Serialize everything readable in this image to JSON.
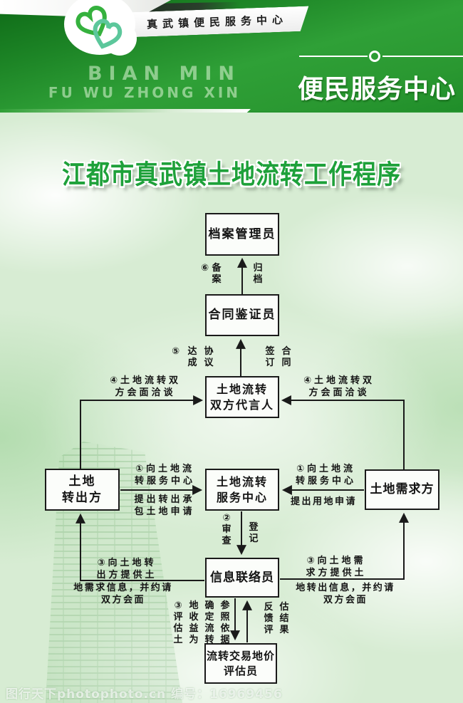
{
  "colors": {
    "header_green": "#2d9c35",
    "title_green": "#1ea13a",
    "body_green": "#d7ecd3",
    "line_color": "#1a1a1a",
    "logo_heart_1": "#35b13e",
    "logo_heart_2": "#5cc79b"
  },
  "header": {
    "banner_title": "真武镇便民服务中心",
    "pinyin_line1": "BIAN MIN",
    "pinyin_line2": "FU WU ZHONG XIN",
    "center_name": "便民服务中心"
  },
  "poster_title": "江都市真武镇土地流转工作程序",
  "flowchart": {
    "boxes": {
      "archive": {
        "line1": "档案管理员"
      },
      "notary": {
        "line1": "合同鉴证员"
      },
      "spokesman": {
        "line1": "土地流转",
        "line2": "双方代言人"
      },
      "transfer_out": {
        "line1": "土地",
        "line2": "转出方"
      },
      "service_center": {
        "line1": "土地流转",
        "line2": "服务中心"
      },
      "demand": {
        "line1": "土地需求方"
      },
      "liaison": {
        "line1": "信息联络员"
      },
      "appraiser": {
        "line1": "流转交易地价",
        "line2": "评估员"
      }
    },
    "labels": {
      "s6_left": {
        "prefix": "⑥",
        "col1": "备案"
      },
      "s6_right": {
        "col1": "归档"
      },
      "s5_left": {
        "prefix": "⑤",
        "col1": "达成",
        "col2": "协议"
      },
      "s5_right": {
        "col1": "签订",
        "col2": "合同"
      },
      "s4_left": {
        "line1": "④土地流转双",
        "line2": "方会面洽谈"
      },
      "s4_right": {
        "line1": "④土地流转双",
        "line2": "方会面洽谈"
      },
      "s1_left": {
        "top1": "①向土地流",
        "top2": "转服务中心",
        "bottom1": "提出转出承",
        "bottom2": "包土地申请"
      },
      "s1_right": {
        "top1": "①向土地流",
        "top2": "转服务中心",
        "bottom1": "提出用地申请"
      },
      "s2": {
        "col1": "②审查",
        "col2": "登记"
      },
      "s3_left": {
        "top1": "③向土地转",
        "top2": "出方提供土",
        "bottom1": "地需求信息，并约请",
        "bottom2": "双方会面"
      },
      "s3_right": {
        "top1": "③向土地需",
        "top2": "求方提供土",
        "bottom1": "地转出信息，并约请",
        "bottom2": "双方会面"
      },
      "s3_eval": {
        "col1": "③评估土",
        "col2": "地收益为",
        "col3": "确定流转",
        "col4": "参照依据"
      },
      "feedback": {
        "col1": "反馈评",
        "col2": "估结果"
      }
    }
  },
  "watermark": "图行天下photophoto.cn  编号：16969456"
}
